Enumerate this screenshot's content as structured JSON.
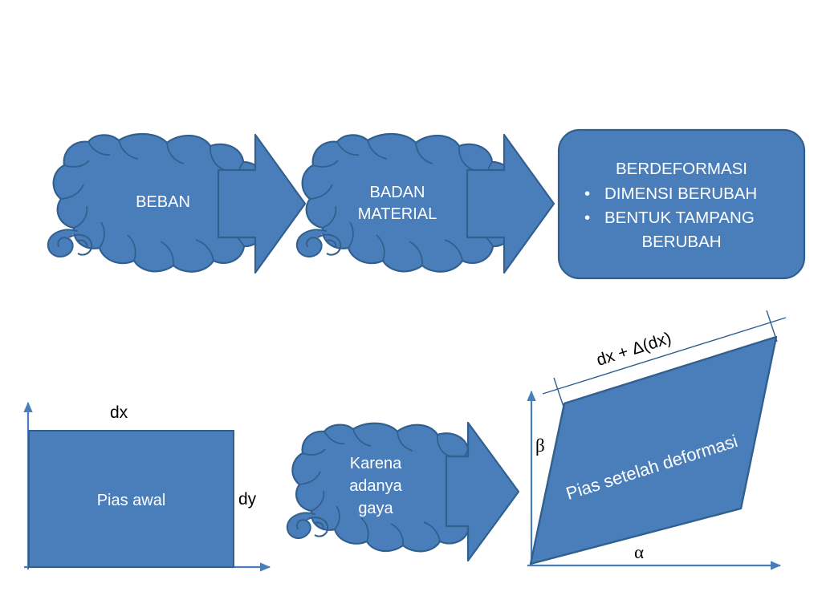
{
  "slide": {
    "background_color": "#FFFFFF",
    "shape_fill": "#4A7EBB",
    "shape_stroke": "#31608F",
    "axis_color": "#4A7EBB",
    "text_on_shape_color": "#FFFFFF",
    "text_plain_color": "#000000"
  },
  "flow_top": {
    "clouds": [
      {
        "label": "BEBAN",
        "lines": [
          "BEBAN"
        ]
      },
      {
        "label": "BADAN MATERIAL",
        "lines": [
          "BADAN",
          "MATERIAL"
        ]
      }
    ],
    "arrows": [
      {
        "name": "arrow-beban-to-badan",
        "direction": "right"
      },
      {
        "name": "arrow-badan-to-result",
        "direction": "right"
      }
    ],
    "result_box": {
      "title": "BERDEFORMASI",
      "bullets": [
        "DIMENSI BERUBAH",
        "BENTUK TAMPANG"
      ],
      "bullet_continuation": "BERUBAH",
      "bullet_glyph": "•"
    }
  },
  "flow_bottom": {
    "initial_element": {
      "label": "Pias awal",
      "width_label": "dx",
      "height_label": "dy",
      "axis_x_name": "x-axis",
      "axis_y_name": "y-axis"
    },
    "cloud": {
      "lines": [
        "Karena",
        "adanya",
        "gaya"
      ]
    },
    "arrow": {
      "name": "arrow-karena-to-deformed",
      "direction": "right"
    },
    "deformed_element": {
      "label": "Pias setelah deformasi",
      "top_dimension_label": "dx + Δ(dx)",
      "angle_vertical_label": "β",
      "angle_horizontal_label": "α"
    }
  }
}
